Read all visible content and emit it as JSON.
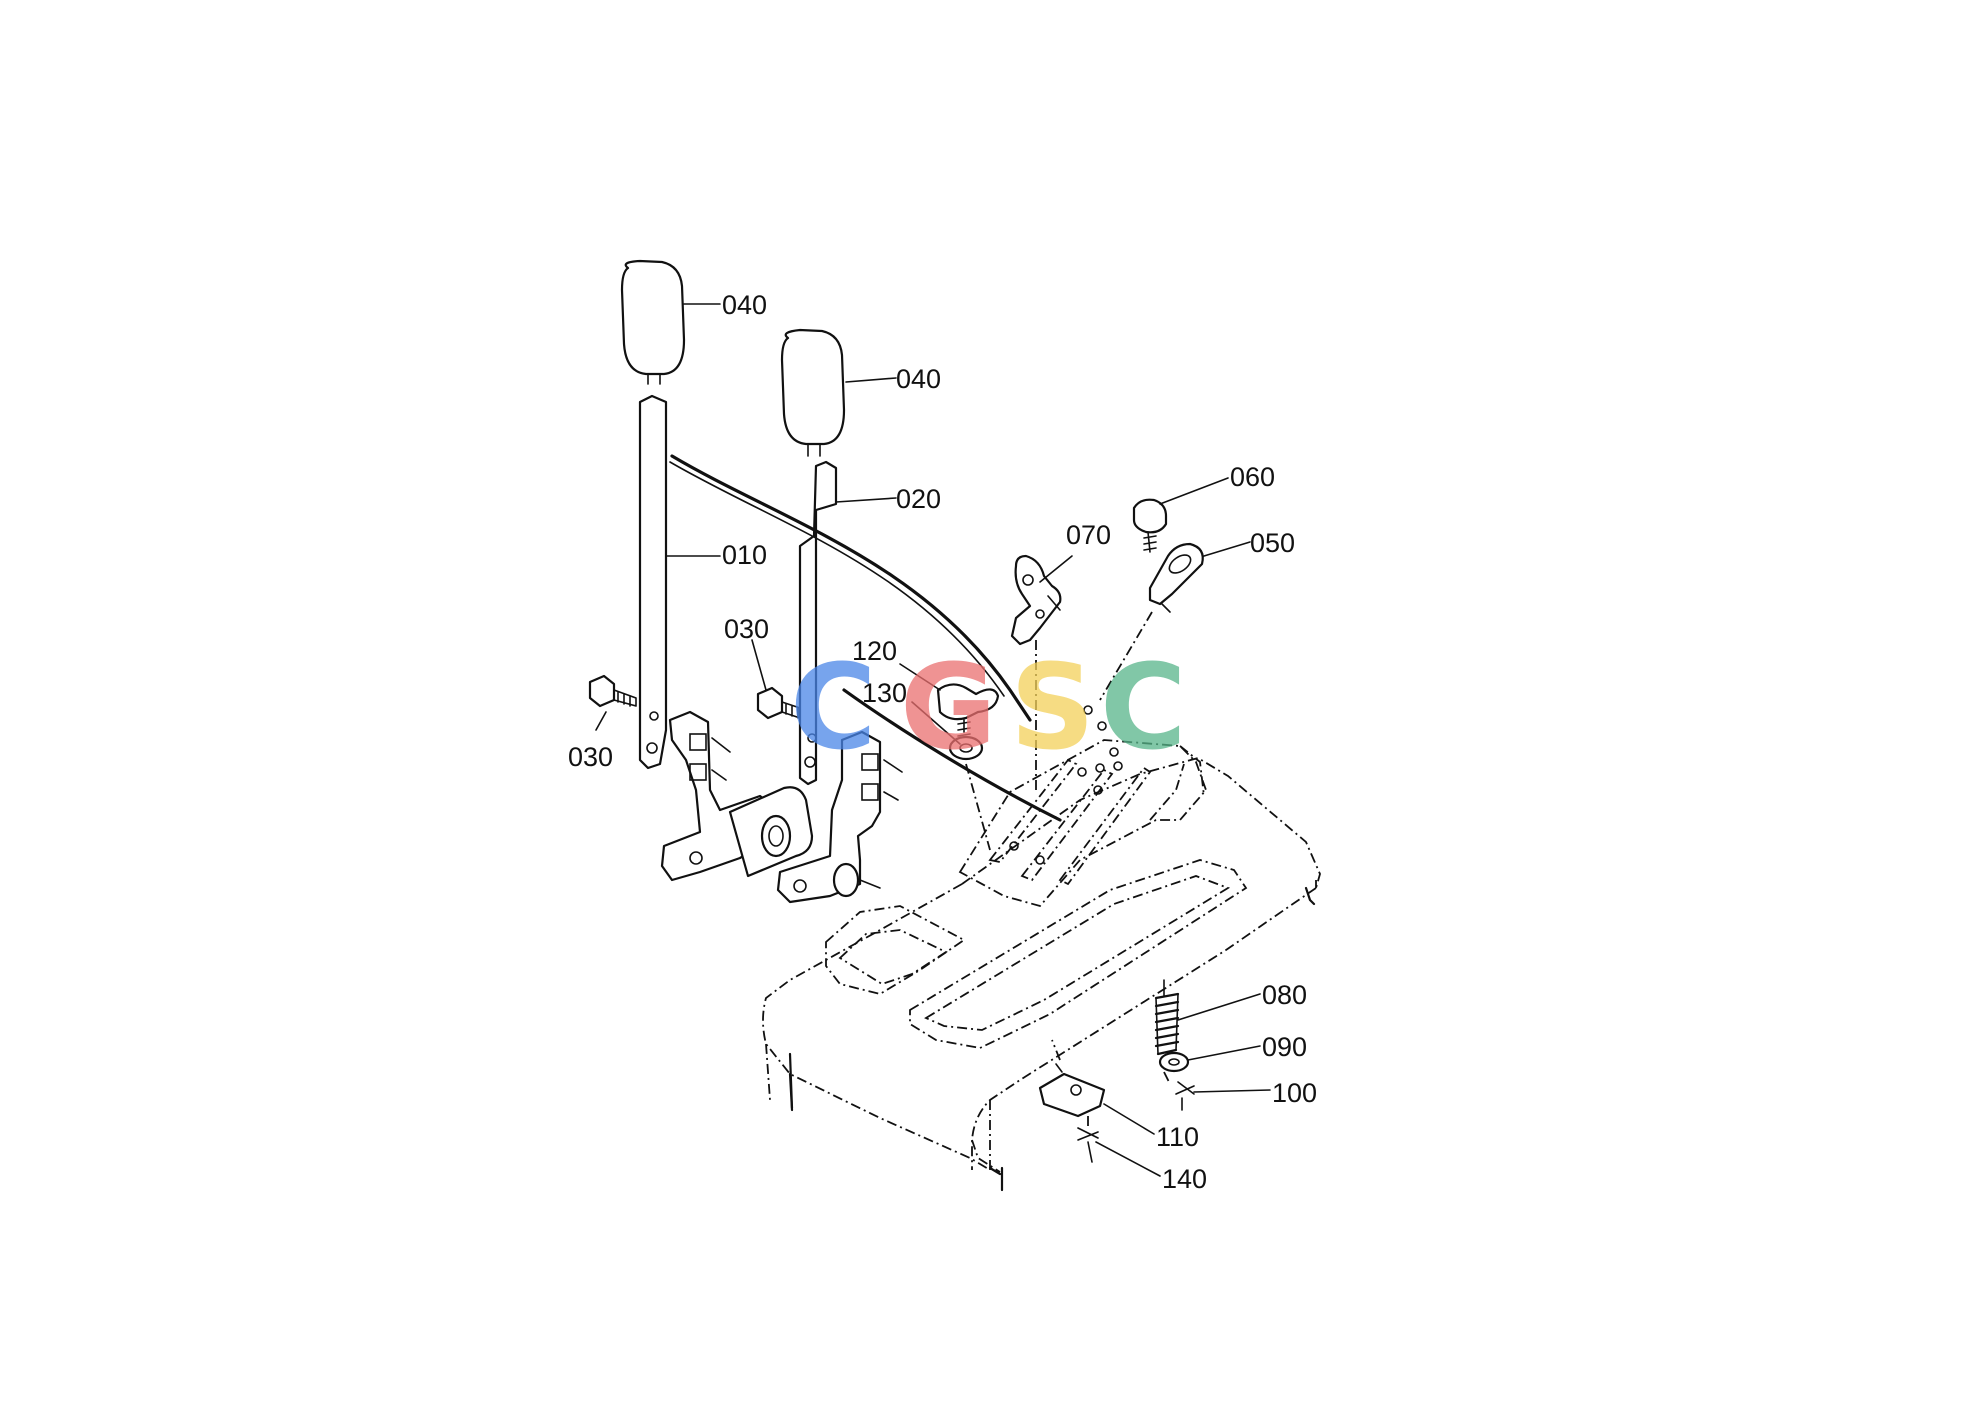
{
  "parts": [
    {
      "id": "p010",
      "label": "010"
    },
    {
      "id": "p020",
      "label": "020"
    },
    {
      "id": "p030a",
      "label": "030"
    },
    {
      "id": "p030b",
      "label": "030"
    },
    {
      "id": "p040a",
      "label": "040"
    },
    {
      "id": "p040b",
      "label": "040"
    },
    {
      "id": "p050",
      "label": "050"
    },
    {
      "id": "p060",
      "label": "060"
    },
    {
      "id": "p070",
      "label": "070"
    },
    {
      "id": "p080",
      "label": "080"
    },
    {
      "id": "p090",
      "label": "090"
    },
    {
      "id": "p100",
      "label": "100"
    },
    {
      "id": "p110",
      "label": "110"
    },
    {
      "id": "p120",
      "label": "120"
    },
    {
      "id": "p130",
      "label": "130"
    },
    {
      "id": "p140",
      "label": "140"
    }
  ],
  "watermark": {
    "letters": [
      "C",
      "G",
      "S",
      "C"
    ],
    "colors": [
      "#4a86e8",
      "#ea6f6f",
      "#f3d15a",
      "#57b58a"
    ]
  }
}
